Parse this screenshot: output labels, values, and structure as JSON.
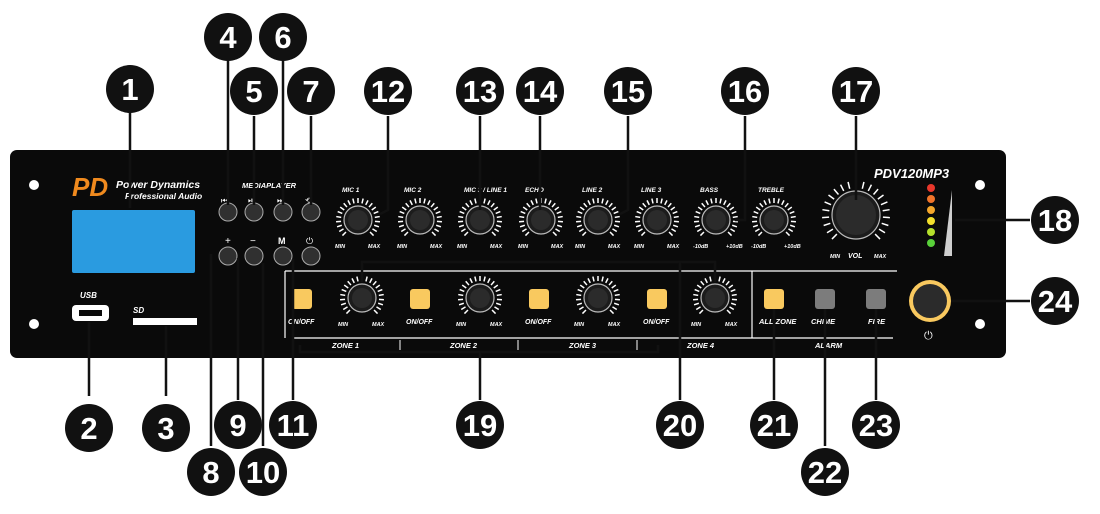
{
  "device": {
    "brand_logo": "PD",
    "brand_name": "Power Dynamics",
    "brand_tagline": "Professional Audio",
    "model": "PDV120MP3",
    "usb_label": "USB",
    "sd_label": "SD",
    "media_player_label": "MEDIAPLAYER"
  },
  "transport_buttons": [
    {
      "id": "prev",
      "icon": "skip-back-icon"
    },
    {
      "id": "play-pause",
      "icon": "play-pause-icon"
    },
    {
      "id": "next",
      "icon": "skip-forward-icon"
    },
    {
      "id": "repeat",
      "icon": "repeat-icon"
    }
  ],
  "lower_buttons": [
    {
      "id": "plus",
      "symbol": "+"
    },
    {
      "id": "minus",
      "symbol": "−"
    },
    {
      "id": "mode",
      "symbol": "M"
    },
    {
      "id": "power",
      "symbol": "⏻"
    }
  ],
  "knobs": [
    {
      "id": "mic1",
      "label": "MIC 1",
      "min": "MIN",
      "max": "MAX"
    },
    {
      "id": "mic2",
      "label": "MIC 2",
      "min": "MIN",
      "max": "MAX"
    },
    {
      "id": "mic3",
      "label": "MIC 3 / LINE 1",
      "min": "MIN",
      "max": "MAX"
    },
    {
      "id": "echo",
      "label": "ECHO",
      "min": "MIN",
      "max": "MAX"
    },
    {
      "id": "line2",
      "label": "LINE 2",
      "min": "MIN",
      "max": "MAX"
    },
    {
      "id": "line3",
      "label": "LINE 3",
      "min": "MIN",
      "max": "MAX"
    },
    {
      "id": "bass",
      "label": "BASS",
      "min": "-10dB",
      "max": "+10dB"
    },
    {
      "id": "treble",
      "label": "TREBLE",
      "min": "-10dB",
      "max": "+10dB"
    }
  ],
  "master": {
    "label": "VOL",
    "min": "MIN",
    "max": "MAX"
  },
  "zones": [
    {
      "name": "ZONE 1",
      "switch": "ON/OFF",
      "min": "MIN",
      "max": "MAX"
    },
    {
      "name": "ZONE 2",
      "switch": "ON/OFF",
      "min": "MIN",
      "max": "MAX"
    },
    {
      "name": "ZONE 3",
      "switch": "ON/OFF",
      "min": "MIN",
      "max": "MAX"
    },
    {
      "name": "ZONE 4",
      "switch": "ON/OFF",
      "min": "MIN",
      "max": "MAX"
    }
  ],
  "alarm": {
    "group_label": "ALARM",
    "buttons": [
      {
        "id": "all-zone",
        "label": "ALL ZONE"
      },
      {
        "id": "chime",
        "label": "CHIME"
      },
      {
        "id": "fire",
        "label": "FIRE"
      }
    ]
  },
  "vu_meter_colors": [
    "#e8372b",
    "#f0742a",
    "#f4a72b",
    "#f2df2c",
    "#b5e02b",
    "#59d13a"
  ],
  "colors": {
    "panel": "#0a0a0a",
    "lcd": "#2a9be0",
    "switch_on": "#f9c95f",
    "switch_grey": "#7c7c7c",
    "logo_orange": "#f08a1e",
    "callout": "#111111"
  },
  "callouts": [
    "1",
    "2",
    "3",
    "4",
    "5",
    "6",
    "7",
    "8",
    "9",
    "10",
    "11",
    "12",
    "13",
    "14",
    "15",
    "16",
    "17",
    "18",
    "19",
    "20",
    "21",
    "22",
    "23",
    "24"
  ]
}
